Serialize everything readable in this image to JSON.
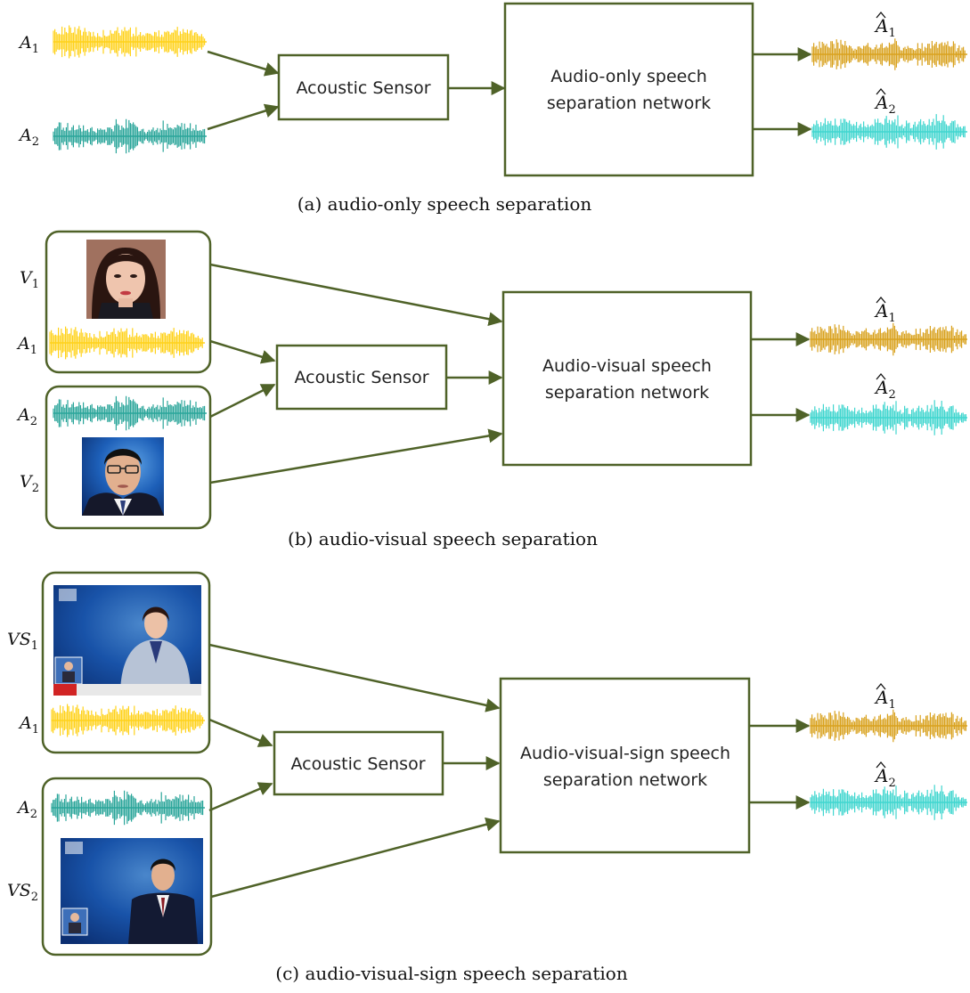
{
  "colors": {
    "box_stroke": "#4f6228",
    "wave_yellow": "#ffd21a",
    "wave_teal": "#2aa59a",
    "wave_gold": "#d9a21e",
    "wave_cyan": "#40d6cf"
  },
  "panel_a": {
    "inputs": {
      "a1": {
        "base": "A",
        "sub": "1"
      },
      "a2": {
        "base": "A",
        "sub": "2"
      }
    },
    "sensor_label": "Acoustic Sensor",
    "network_lines": [
      "Audio-only speech",
      "separation network"
    ],
    "outputs": {
      "o1": {
        "base": "A",
        "sub": "1"
      },
      "o2": {
        "base": "A",
        "sub": "2"
      }
    },
    "caption": "(a) audio-only speech separation"
  },
  "panel_b": {
    "inputs": {
      "v1": {
        "base": "V",
        "sub": "1"
      },
      "a1": {
        "base": "A",
        "sub": "1"
      },
      "a2": {
        "base": "A",
        "sub": "2"
      },
      "v2": {
        "base": "V",
        "sub": "2"
      }
    },
    "sensor_label": "Acoustic Sensor",
    "network_lines": [
      "Audio-visual speech",
      "separation network"
    ],
    "outputs": {
      "o1": {
        "base": "A",
        "sub": "1"
      },
      "o2": {
        "base": "A",
        "sub": "2"
      }
    },
    "caption": "(b) audio-visual speech separation"
  },
  "panel_c": {
    "inputs": {
      "vs1": {
        "base": "VS",
        "sub": "1"
      },
      "a1": {
        "base": "A",
        "sub": "1"
      },
      "a2": {
        "base": "A",
        "sub": "2"
      },
      "vs2": {
        "base": "VS",
        "sub": "2"
      }
    },
    "sensor_label": "Acoustic Sensor",
    "network_lines": [
      "Audio-visual-sign speech",
      "separation network"
    ],
    "outputs": {
      "o1": {
        "base": "A",
        "sub": "1"
      },
      "o2": {
        "base": "A",
        "sub": "2"
      }
    },
    "caption": "(c) audio-visual-sign speech separation"
  }
}
